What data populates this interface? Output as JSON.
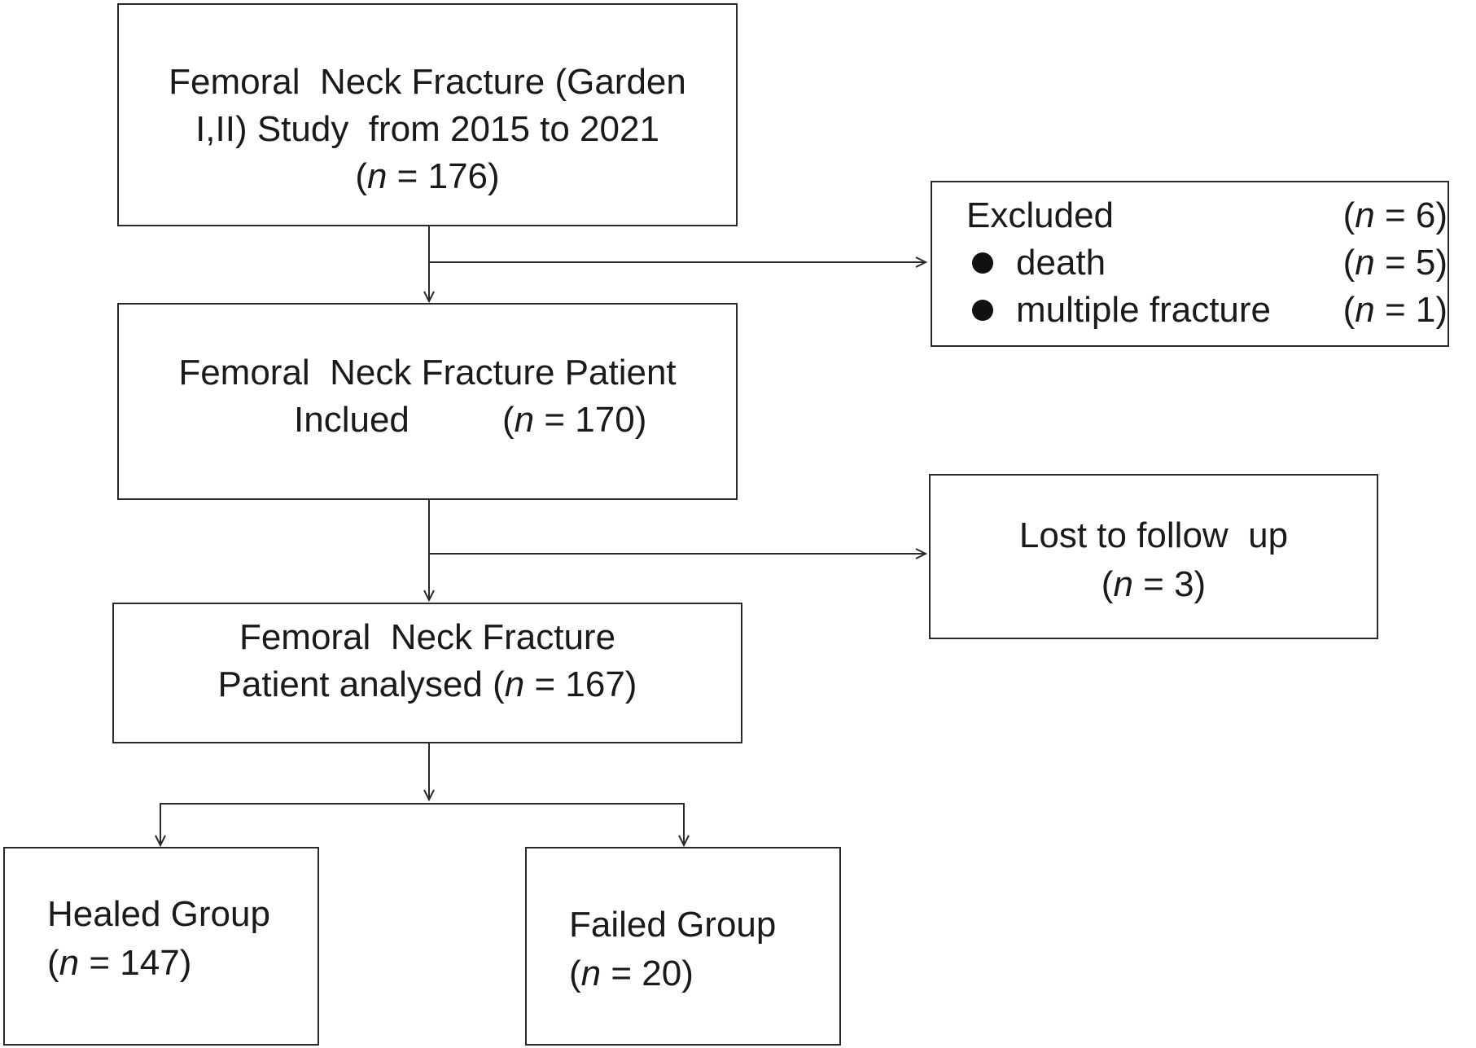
{
  "boxes": {
    "study": {
      "line1": "Femoral  Neck Fracture (Garden",
      "line2": "I,II) Study  from 2015 to 2021",
      "count": {
        "open": "(",
        "n": "n",
        "rest": " = 176)"
      }
    },
    "excluded": {
      "title": "Excluded",
      "title_count": {
        "open": "(",
        "n": "n",
        "rest": " = 6)"
      },
      "items": [
        {
          "label": "death",
          "count": {
            "open": "(",
            "n": "n",
            "rest": " = 5)"
          }
        },
        {
          "label": "multiple fracture",
          "count": {
            "open": "(",
            "n": "n",
            "rest": " = 1)"
          }
        }
      ]
    },
    "included": {
      "line1": "Femoral  Neck Fracture Patient",
      "line2": "Inclued",
      "count": {
        "open": "(",
        "n": "n",
        "rest": " = 170)"
      }
    },
    "lost": {
      "line1": "Lost to follow  up",
      "count": {
        "open": "(",
        "n": "n",
        "rest": " = 3)"
      }
    },
    "analysed": {
      "line1": "Femoral  Neck Fracture",
      "line2": "Patient analysed ",
      "count": {
        "open": "(",
        "n": "n",
        "rest": " = 167)"
      }
    },
    "healed": {
      "line1": "Healed Group",
      "count": {
        "open": "(",
        "n": "n",
        "rest": " = 147)"
      }
    },
    "failed": {
      "line1": "Failed Group",
      "count": {
        "open": "(",
        "n": "n",
        "rest": " = 20)"
      }
    }
  },
  "colors": {
    "line": "#2a2a2a",
    "text": "#1a1a1a",
    "background": "#ffffff"
  }
}
